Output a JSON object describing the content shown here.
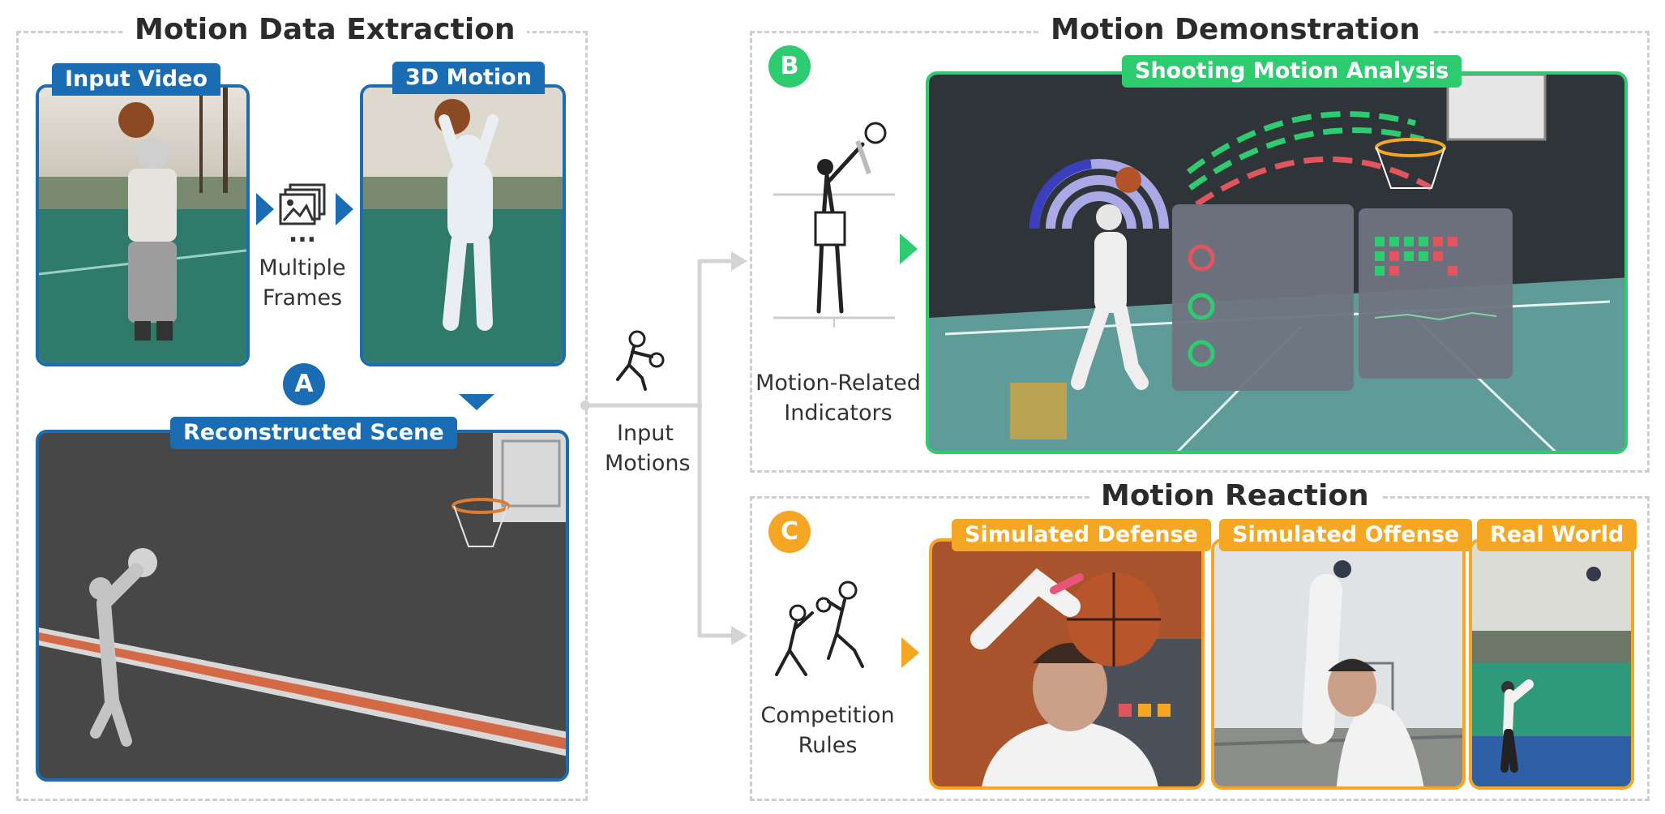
{
  "sections": {
    "extraction": "Motion Data Extraction",
    "demonstration": "Motion Demonstration",
    "reaction": "Motion Reaction"
  },
  "tags": {
    "input_video": "Input Video",
    "motion_3d": "3D Motion",
    "reconstructed_scene": "Reconstructed Scene",
    "shooting_analysis": "Shooting Motion Analysis",
    "simulated_defense": "Simulated Defense",
    "simulated_offense": "Simulated Offense",
    "real_world": "Real World"
  },
  "labels": {
    "a": "A",
    "b": "B",
    "c": "C"
  },
  "captions": {
    "frames_dots": "...",
    "frames_line1": "Multiple",
    "frames_line2": "Frames",
    "input_line1": "Input",
    "input_line2": "Motions",
    "indicators_line1": "Motion-Related",
    "indicators_line2": "Indicators",
    "rules_line1": "Competition",
    "rules_line2": "Rules"
  },
  "colors": {
    "blue": "#1a6db3",
    "green": "#2ecc71",
    "orange": "#f5a623",
    "gray_dash": "#cfcfcf"
  }
}
